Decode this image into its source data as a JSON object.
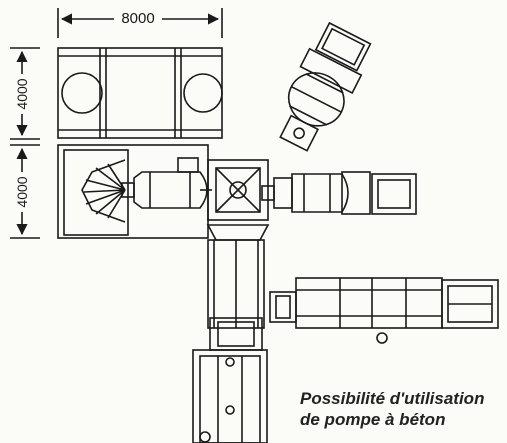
{
  "dimensions": {
    "width": "8000",
    "height_top": "4000",
    "height_bottom": "4000"
  },
  "caption": {
    "line1": "Possibilité d'utilisation",
    "line2": "de pompe à béton"
  },
  "colors": {
    "ink": "#1a1a1a",
    "paper": "#fbfbf8"
  }
}
